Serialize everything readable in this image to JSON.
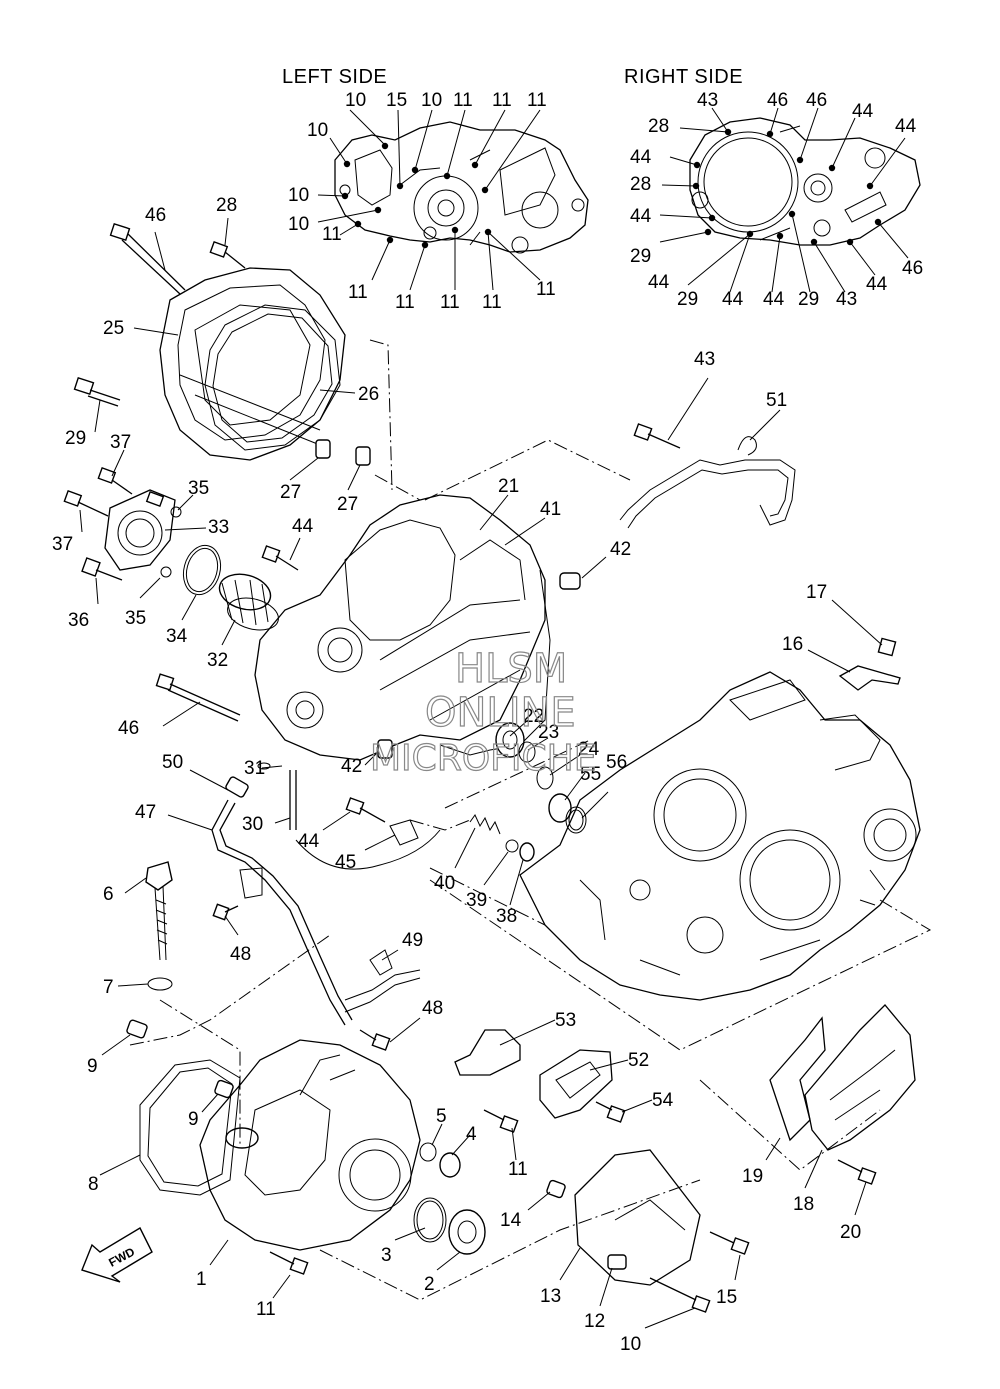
{
  "titles": {
    "left_side": "LEFT SIDE",
    "right_side": "RIGHT SIDE",
    "fwd": "FWD"
  },
  "watermark": {
    "line1": "HLSM",
    "line2": "ONLINE",
    "line3": "MICROFICHE"
  },
  "callouts": [
    {
      "id": "c1",
      "label": "10"
    },
    {
      "id": "c2",
      "label": "15"
    },
    {
      "id": "c3",
      "label": "10"
    },
    {
      "id": "c4",
      "label": "11"
    },
    {
      "id": "c5",
      "label": "11"
    },
    {
      "id": "c6",
      "label": "11"
    },
    {
      "id": "c7",
      "label": "10"
    },
    {
      "id": "c8",
      "label": "10"
    },
    {
      "id": "c9",
      "label": "10"
    },
    {
      "id": "c10",
      "label": "11"
    },
    {
      "id": "c11",
      "label": "11"
    },
    {
      "id": "c12",
      "label": "11"
    },
    {
      "id": "c13",
      "label": "11"
    },
    {
      "id": "c14",
      "label": "11"
    },
    {
      "id": "c15",
      "label": "11"
    },
    {
      "id": "c16",
      "label": "43"
    },
    {
      "id": "c17",
      "label": "46"
    },
    {
      "id": "c18",
      "label": "46"
    },
    {
      "id": "c19",
      "label": "44"
    },
    {
      "id": "c20",
      "label": "28"
    },
    {
      "id": "c21",
      "label": "44"
    },
    {
      "id": "c22",
      "label": "44"
    },
    {
      "id": "c23",
      "label": "28"
    },
    {
      "id": "c24",
      "label": "44"
    },
    {
      "id": "c25",
      "label": "29"
    },
    {
      "id": "c26",
      "label": "44"
    },
    {
      "id": "c27",
      "label": "29"
    },
    {
      "id": "c28",
      "label": "44"
    },
    {
      "id": "c29",
      "label": "44"
    },
    {
      "id": "c30",
      "label": "29"
    },
    {
      "id": "c31",
      "label": "43"
    },
    {
      "id": "c32",
      "label": "44"
    },
    {
      "id": "c33",
      "label": "46"
    },
    {
      "id": "c34",
      "label": "46"
    },
    {
      "id": "c35",
      "label": "28"
    },
    {
      "id": "c36",
      "label": "25"
    },
    {
      "id": "c37",
      "label": "26"
    },
    {
      "id": "c38",
      "label": "29"
    },
    {
      "id": "c39",
      "label": "27"
    },
    {
      "id": "c40",
      "label": "27"
    },
    {
      "id": "c41",
      "label": "37"
    },
    {
      "id": "c42",
      "label": "35"
    },
    {
      "id": "c43",
      "label": "37"
    },
    {
      "id": "c44",
      "label": "33"
    },
    {
      "id": "c45",
      "label": "36"
    },
    {
      "id": "c46",
      "label": "35"
    },
    {
      "id": "c47",
      "label": "34"
    },
    {
      "id": "c48",
      "label": "32"
    },
    {
      "id": "c49",
      "label": "44"
    },
    {
      "id": "c50",
      "label": "21"
    },
    {
      "id": "c51",
      "label": "41"
    },
    {
      "id": "c52",
      "label": "42"
    },
    {
      "id": "c53",
      "label": "43"
    },
    {
      "id": "c54",
      "label": "51"
    },
    {
      "id": "c55",
      "label": "46"
    },
    {
      "id": "c56",
      "label": "22"
    },
    {
      "id": "c57",
      "label": "23"
    },
    {
      "id": "c58",
      "label": "24"
    },
    {
      "id": "c59",
      "label": "55"
    },
    {
      "id": "c60",
      "label": "56"
    },
    {
      "id": "c61",
      "label": "42"
    },
    {
      "id": "c62",
      "label": "31"
    },
    {
      "id": "c63",
      "label": "50"
    },
    {
      "id": "c64",
      "label": "47"
    },
    {
      "id": "c65",
      "label": "30"
    },
    {
      "id": "c66",
      "label": "44"
    },
    {
      "id": "c67",
      "label": "45"
    },
    {
      "id": "c68",
      "label": "40"
    },
    {
      "id": "c69",
      "label": "39"
    },
    {
      "id": "c70",
      "label": "38"
    },
    {
      "id": "c71",
      "label": "17"
    },
    {
      "id": "c72",
      "label": "16"
    },
    {
      "id": "c73",
      "label": "6"
    },
    {
      "id": "c74",
      "label": "48"
    },
    {
      "id": "c75",
      "label": "49"
    },
    {
      "id": "c76",
      "label": "7"
    },
    {
      "id": "c77",
      "label": "48"
    },
    {
      "id": "c78",
      "label": "9"
    },
    {
      "id": "c79",
      "label": "53"
    },
    {
      "id": "c80",
      "label": "52"
    },
    {
      "id": "c81",
      "label": "54"
    },
    {
      "id": "c82",
      "label": "9"
    },
    {
      "id": "c83",
      "label": "5"
    },
    {
      "id": "c84",
      "label": "4"
    },
    {
      "id": "c85",
      "label": "11"
    },
    {
      "id": "c86",
      "label": "8"
    },
    {
      "id": "c87",
      "label": "3"
    },
    {
      "id": "c88",
      "label": "2"
    },
    {
      "id": "c89",
      "label": "1"
    },
    {
      "id": "c90",
      "label": "11"
    },
    {
      "id": "c91",
      "label": "14"
    },
    {
      "id": "c92",
      "label": "13"
    },
    {
      "id": "c93",
      "label": "12"
    },
    {
      "id": "c94",
      "label": "15"
    },
    {
      "id": "c95",
      "label": "10"
    },
    {
      "id": "c96",
      "label": "19"
    },
    {
      "id": "c97",
      "label": "18"
    },
    {
      "id": "c98",
      "label": "20"
    }
  ]
}
